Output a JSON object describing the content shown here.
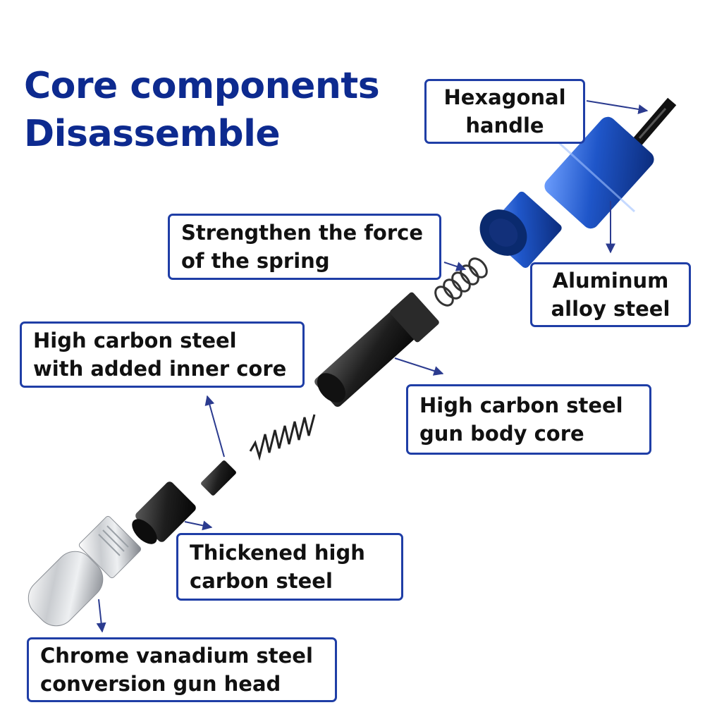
{
  "title": {
    "line1": "Core components",
    "line2": "Disassemble"
  },
  "labels": {
    "hexagonal_handle": {
      "line1": "Hexagonal",
      "line2": "handle"
    },
    "spring_force": {
      "line1": "Strengthen the force",
      "line2": "of the spring"
    },
    "aluminum": {
      "line1": "Aluminum",
      "line2": "alloy steel"
    },
    "inner_core": {
      "line1": "High carbon steel",
      "line2": "with added inner core"
    },
    "gun_body_core": {
      "line1": "High carbon steel",
      "line2": "gun body core"
    },
    "thickened": {
      "line1": "Thickened high",
      "line2": "carbon steel"
    },
    "gun_head": {
      "line1": "Chrome vanadium steel",
      "line2": "conversion gun head"
    }
  },
  "colors": {
    "title": "#0d2a8f",
    "label_border": "#1f3ea6",
    "arrow": "#2b3b8f",
    "handle_blue": "#1f56c9",
    "steel_black": "#1e1e1e",
    "chrome": "#c9ccd0"
  }
}
